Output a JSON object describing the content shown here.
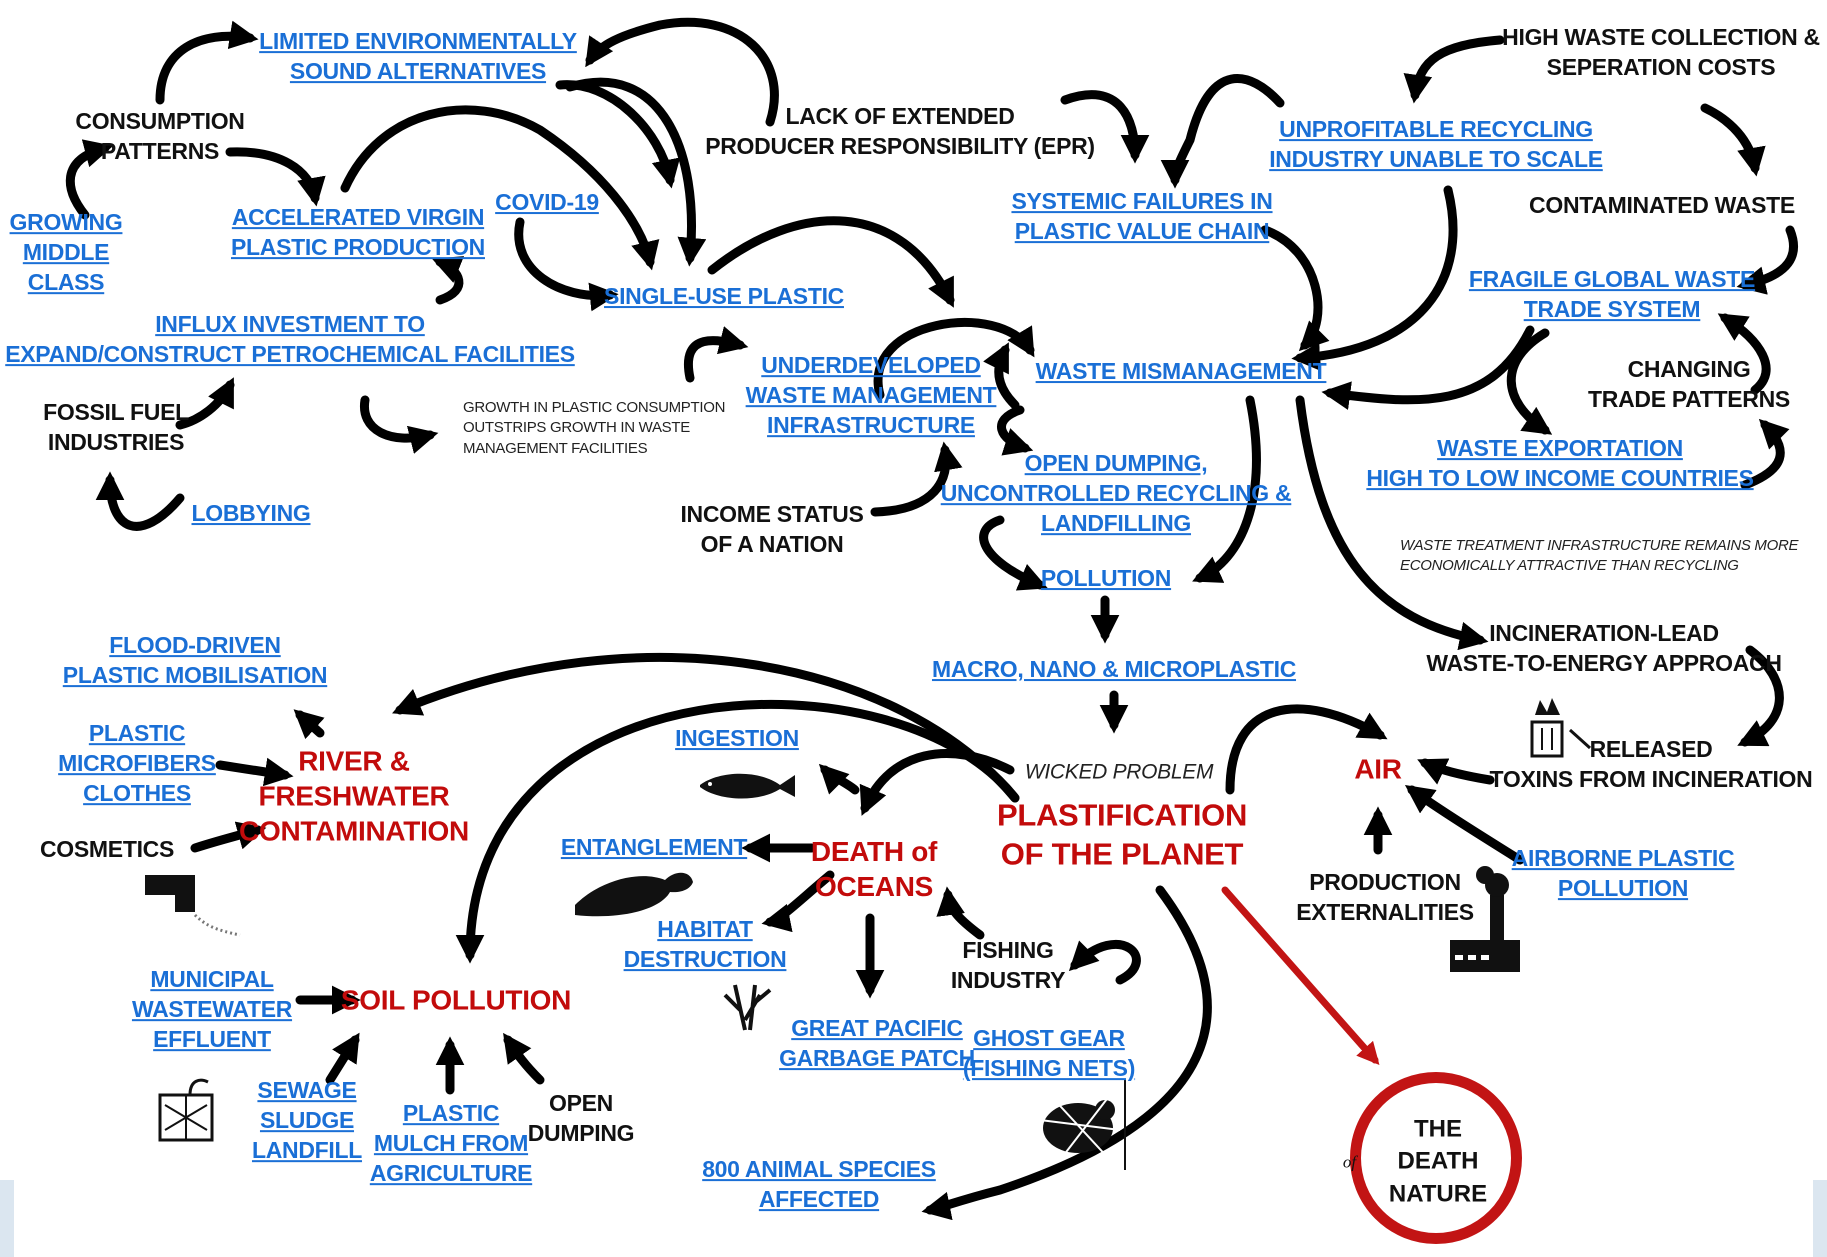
{
  "nodes": {
    "limited_alternatives": [
      "LIMITED ENVIRONMENTALLY",
      "SOUND ALTERNATIVES"
    ],
    "consumption_patterns": [
      "CONSUMPTION",
      "PATTERNS"
    ],
    "growing_middle_class": [
      "GROWING",
      "MIDDLE",
      "CLASS"
    ],
    "accelerated_virgin": [
      "ACCELERATED VIRGIN",
      "PLASTIC PRODUCTION"
    ],
    "covid": [
      "COVID-19"
    ],
    "lack_epr": [
      "LACK OF EXTENDED",
      "PRODUCER RESPONSIBILITY (EPR)"
    ],
    "unprofitable_recycling": [
      "UNPROFITABLE RECYCLING",
      "INDUSTRY UNABLE TO SCALE"
    ],
    "high_waste_costs": [
      "HIGH WASTE COLLECTION &",
      "SEPERATION COSTS"
    ],
    "systemic_failures": [
      "SYSTEMIC FAILURES IN",
      "PLASTIC VALUE CHAIN"
    ],
    "contaminated_waste": [
      "CONTAMINATED WASTE"
    ],
    "fragile_trade": [
      "FRAGILE GLOBAL WASTE",
      "TRADE SYSTEM"
    ],
    "single_use": [
      "SINGLE-USE PLASTIC"
    ],
    "influx_investment": [
      "INFLUX INVESTMENT TO",
      "EXPAND/CONSTRUCT PETROCHEMICAL FACILITIES"
    ],
    "underdeveloped": [
      "UNDERDEVELOPED",
      "WASTE MANAGEMENT",
      "INFRASTRUCTURE"
    ],
    "waste_mismanagement": [
      "WASTE MISMANAGEMENT"
    ],
    "changing_trade": [
      "CHANGING",
      "TRADE PATTERNS"
    ],
    "fossil_fuel": [
      "FOSSIL FUEL",
      "INDUSTRIES"
    ],
    "growth_note": [
      "GROWTH IN PLASTIC CONSUMPTION",
      "OUTSTRIPS GROWTH IN WASTE",
      "MANAGEMENT FACILITIES"
    ],
    "open_dumping_top": [
      "OPEN DUMPING,",
      "UNCONTROLLED RECYCLING &",
      "LANDFILLING"
    ],
    "waste_exportation": [
      "WASTE EXPORTATION",
      "HIGH TO LOW INCOME COUNTRIES"
    ],
    "lobbying": [
      "LOBBYING"
    ],
    "income_status": [
      "INCOME STATUS",
      "OF A NATION"
    ],
    "treatment_note": [
      "WASTE TREATMENT INFRASTRUCTURE REMAINS MORE",
      "ECONOMICALLY ATTRACTIVE THAN RECYCLING"
    ],
    "pollution": [
      "POLLUTION"
    ],
    "incineration": [
      "INCINERATION-LEAD",
      "WASTE-TO-ENERGY APPROACH"
    ],
    "flood_driven": [
      "FLOOD-DRIVEN",
      "PLASTIC MOBILISATION"
    ],
    "macro_nano": [
      "MACRO, NANO & MICROPLASTIC"
    ],
    "plastic_microfibers": [
      "PLASTIC",
      "MICROFIBERS",
      "CLOTHES"
    ],
    "river": [
      "RIVER  &",
      "FRESHWATER",
      "CONTAMINATION"
    ],
    "ingestion": [
      "INGESTION"
    ],
    "wicked_problem": [
      "WICKED PROBLEM"
    ],
    "released_toxins": [
      "RELEASED",
      "TOXINS FROM INCINERATION"
    ],
    "air": [
      "AIR"
    ],
    "cosmetics": [
      "COSMETICS"
    ],
    "plastification": [
      "PLASTIFICATION",
      "OF THE PLANET"
    ],
    "entanglement": [
      "ENTANGLEMENT"
    ],
    "death_oceans": [
      "DEATH of",
      "OCEANS"
    ],
    "airborne": [
      "AIRBORNE PLASTIC",
      "POLLUTION"
    ],
    "production_ext": [
      "PRODUCTION",
      "EXTERNALITIES"
    ],
    "habitat": [
      "HABITAT",
      "DESTRUCTION"
    ],
    "fishing": [
      "FISHING",
      "INDUSTRY"
    ],
    "municipal": [
      "MUNICIPAL",
      "WASTEWATER",
      "EFFLUENT"
    ],
    "soil": [
      "SOIL POLLUTION"
    ],
    "great_pacific": [
      "GREAT PACIFIC",
      "GARBAGE PATCH"
    ],
    "ghost_gear": [
      "GHOST GEAR",
      "(FISHING NETS)"
    ],
    "sewage": [
      "SEWAGE",
      "SLUDGE",
      "LANDFILL"
    ],
    "plastic_mulch": [
      "PLASTIC",
      "MULCH FROM",
      "AGRICULTURE"
    ],
    "open_dumping_soil": [
      "OPEN",
      "DUMPING"
    ],
    "animal_species": [
      "800 ANIMAL SPECIES",
      "AFFECTED"
    ],
    "death_nature": [
      "THE",
      "DEATH",
      "NATURE"
    ],
    "death_nature_of": "of"
  },
  "colors": {
    "link": "#1a6fd6",
    "text": "#111111",
    "impact": "#c20b0b",
    "arrow": "#000000",
    "red_arrow": "#c21414"
  },
  "icons": [
    "fish-icon",
    "seal-icon",
    "coral-icon",
    "turtle-net-icon",
    "factory-icon",
    "pipe-outflow-icon",
    "soil-sprout-icon",
    "trash-fire-icon"
  ]
}
